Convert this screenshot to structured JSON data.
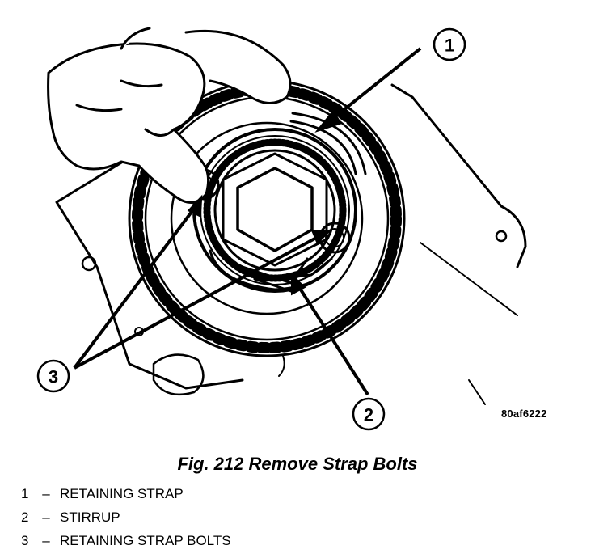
{
  "figure": {
    "ref_code": "80af6222",
    "caption": "Fig. 212 Remove Strap Bolts"
  },
  "callouts": [
    {
      "number": "1",
      "label": "RETAINING STRAP"
    },
    {
      "number": "2",
      "label": "STIRRUP"
    },
    {
      "number": "3",
      "label": "RETAINING STRAP BOLTS"
    }
  ],
  "legend_separator": "–"
}
